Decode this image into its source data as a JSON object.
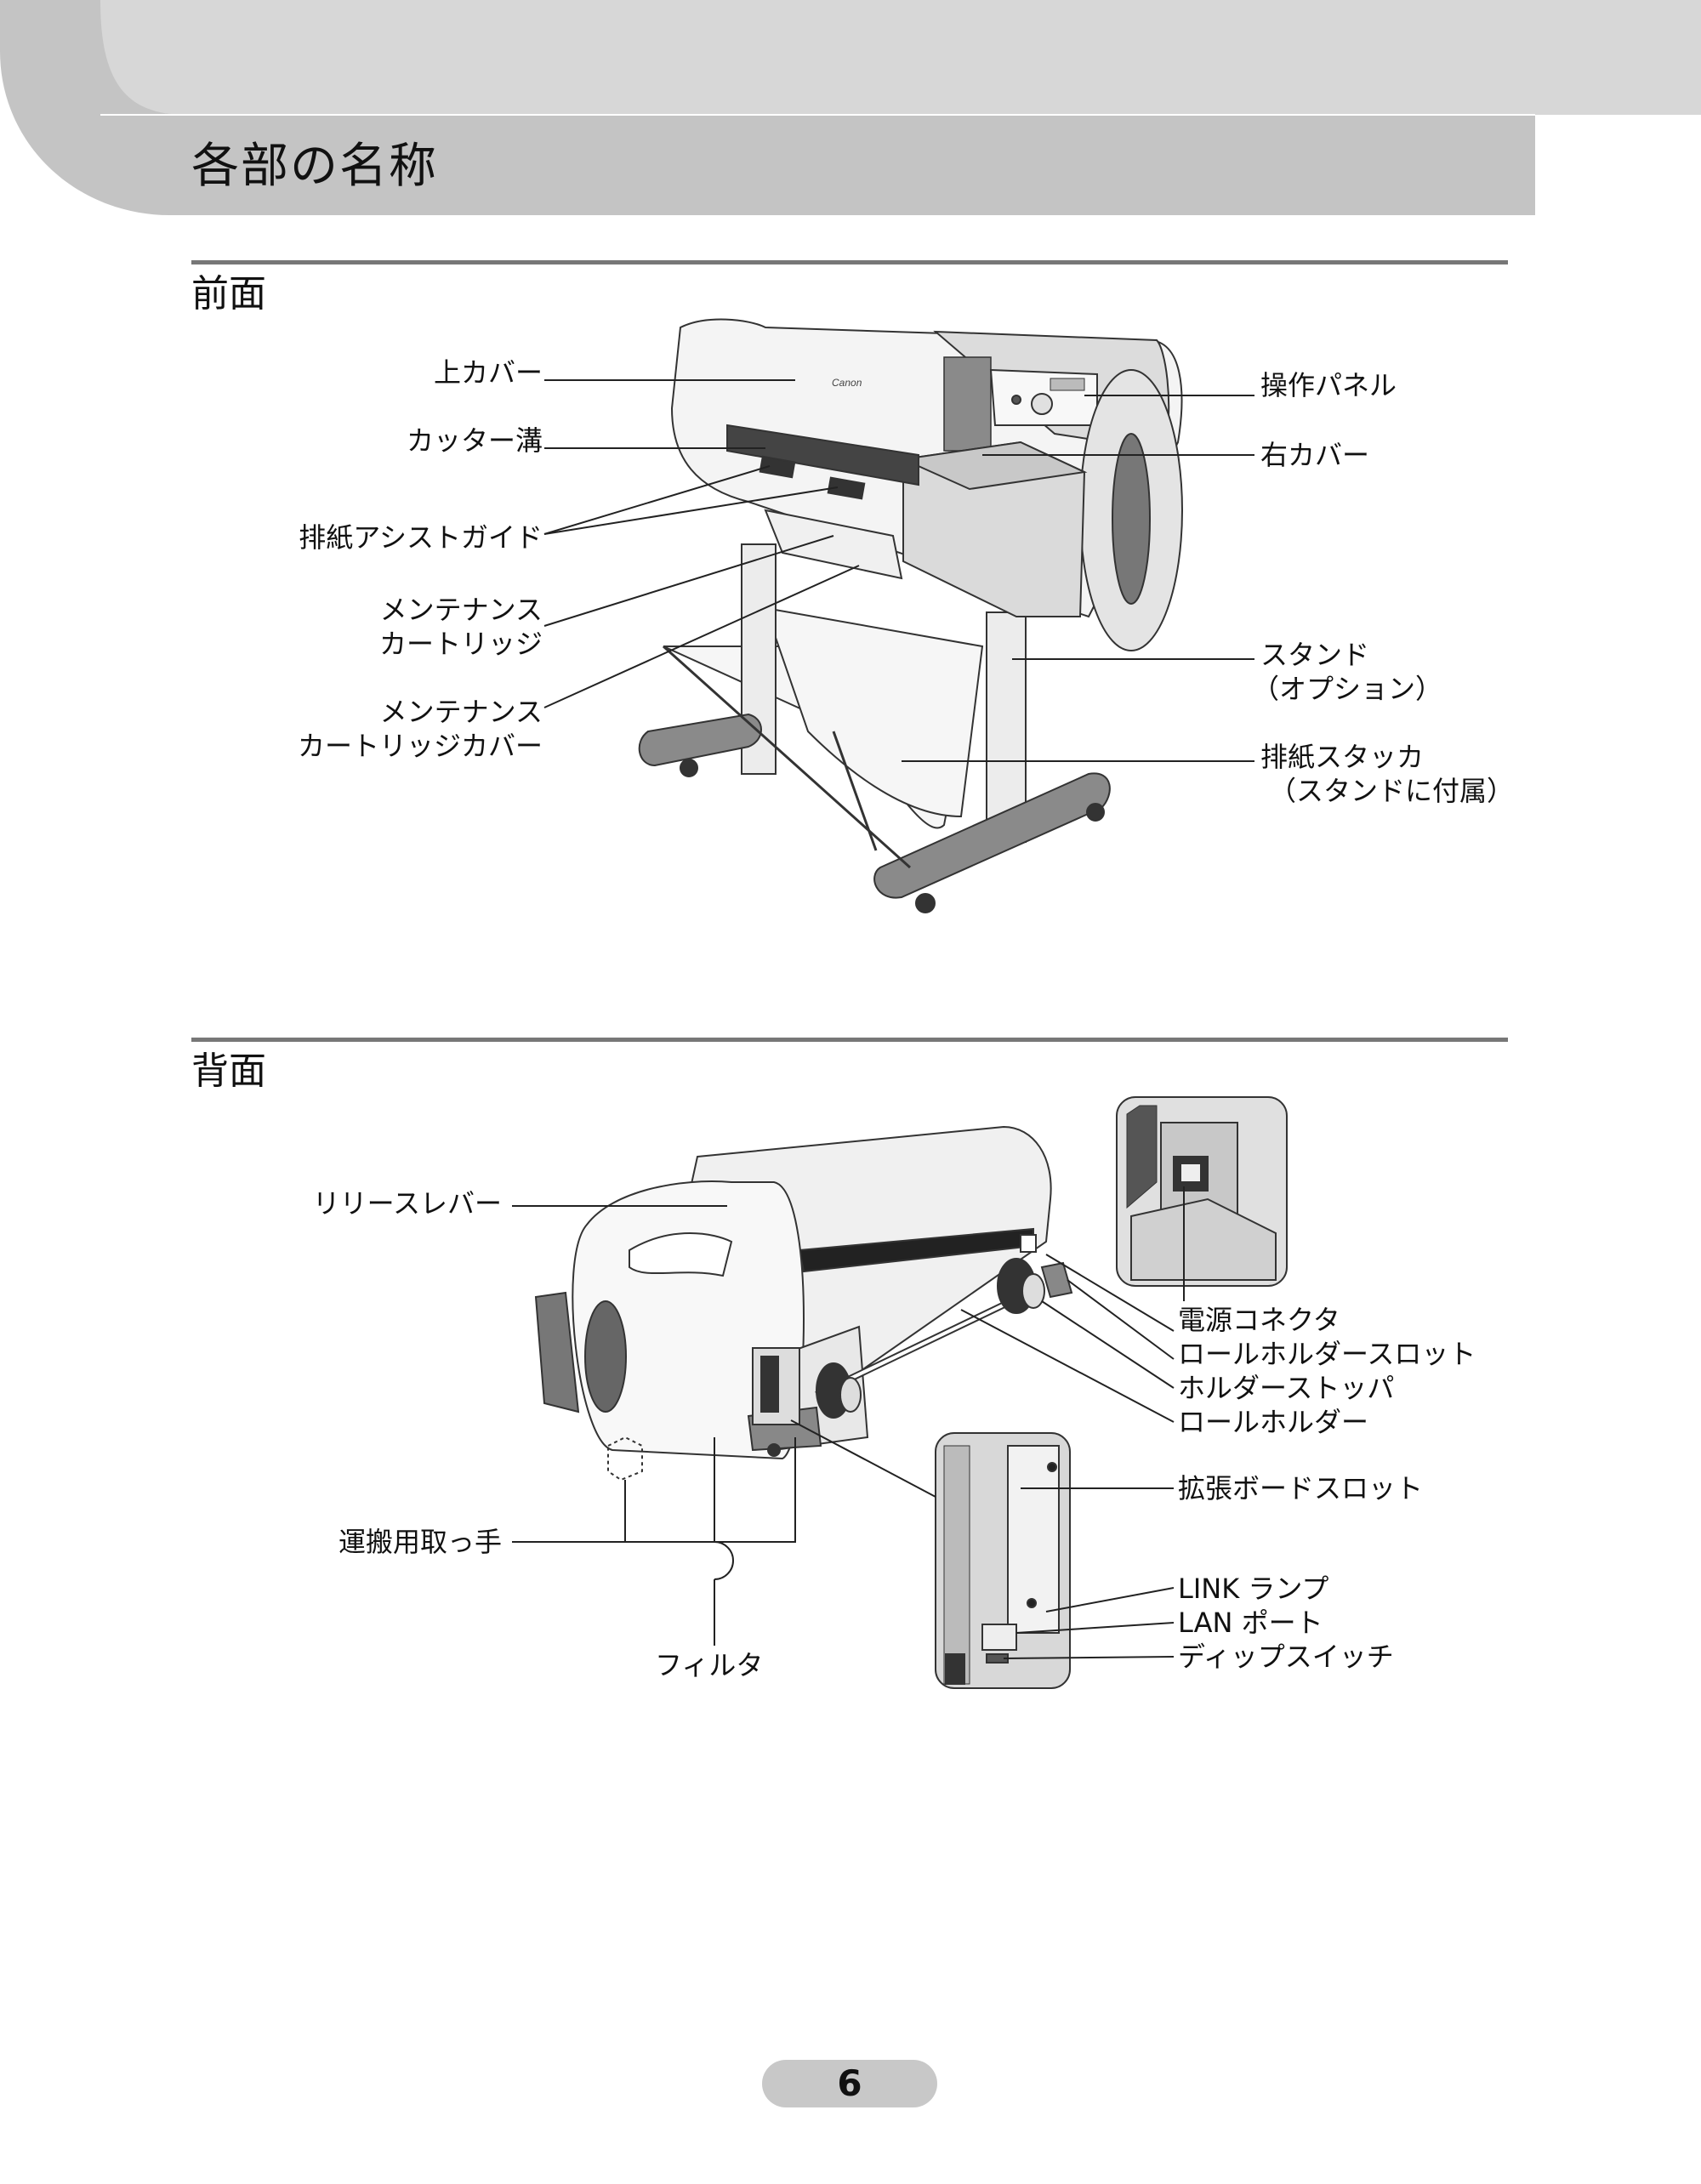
{
  "page_title": "各部の名称",
  "sections": {
    "front": {
      "heading": "前面",
      "labels": {
        "upper_cover": "上カバー",
        "cutter_groove": "カッター溝",
        "output_assist_guide": "排紙アシストガイド",
        "maintenance_cartridge_1": "メンテナンス",
        "maintenance_cartridge_2": "カートリッジ",
        "maintenance_cover_1": "メンテナンス",
        "maintenance_cover_2": "カートリッジカバー",
        "operation_panel": "操作パネル",
        "right_cover": "右カバー",
        "stand_1": "スタンド",
        "stand_2": "（オプション）",
        "stacker_1": "排紙スタッカ",
        "stacker_2": "（スタンドに付属）"
      }
    },
    "back": {
      "heading": "背面",
      "labels": {
        "release_lever": "リリースレバー",
        "power_connector": "電源コネクタ",
        "roll_holder_slot": "ロールホルダースロット",
        "holder_stopper": "ホルダーストッパ",
        "roll_holder": "ロールホルダー",
        "expansion_slot": "拡張ボードスロット",
        "link_lamp": "LINK ランプ",
        "lan_port": "LAN ポート",
        "dip_switch": "ディップスイッチ",
        "carry_handle": "運搬用取っ手",
        "filter": "フィルタ"
      }
    }
  },
  "page_number": "6",
  "illustration": {
    "brand_text": "Canon",
    "front_icon": "printer-front-illustration",
    "back_icon": "printer-back-illustration"
  }
}
